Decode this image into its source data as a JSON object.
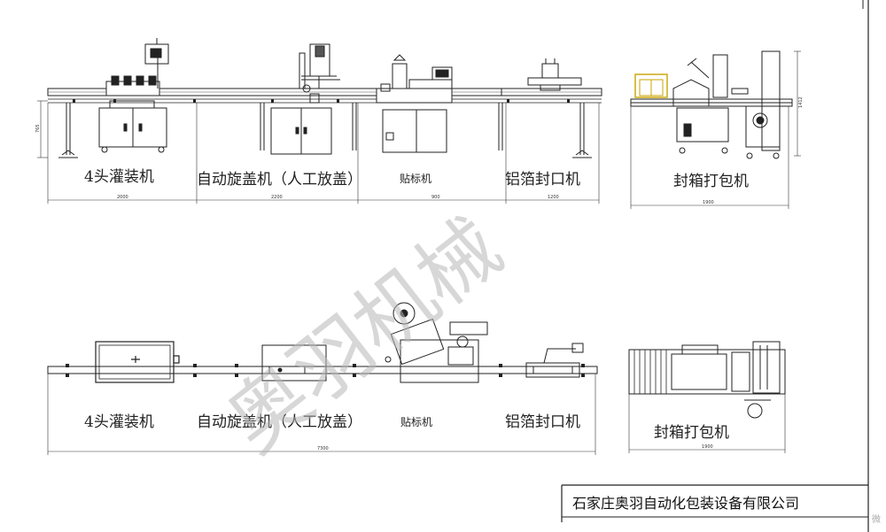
{
  "labels": {
    "top_filling": "4头灌装机",
    "top_capping": "自动旋盖机（人工放盖）",
    "top_labeling": "贴标机",
    "top_sealing": "铝箔封口机",
    "top_packing": "封箱打包机",
    "bottom_filling": "4头灌装机",
    "bottom_capping": "自动旋盖机（人工放盖）",
    "bottom_labeling": "贴标机",
    "bottom_sealing": "铝箔封口机",
    "bottom_packing": "封箱打包机"
  },
  "dimensions": {
    "top_height": "765",
    "top_seg1": "2000",
    "top_seg2": "2200",
    "top_seg3": "900",
    "top_seg4": "1200",
    "packer_height": "1412",
    "packer_width_top": "1900",
    "bottom_total": "7300",
    "packer_width_bottom": "1900"
  },
  "watermark": "奥羽机械",
  "company": "石家庄奥羽自动化包装设备有限公司",
  "corner_text": "微"
}
